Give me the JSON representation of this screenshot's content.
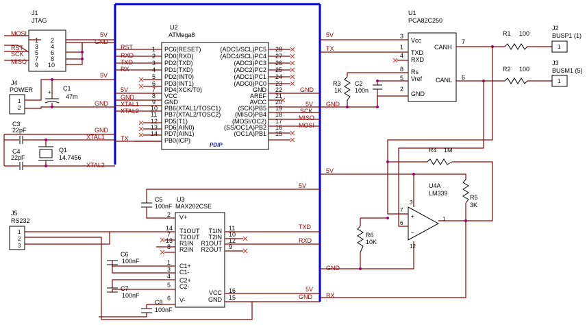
{
  "j1": {
    "ref": "J1",
    "name": "JTAG",
    "left_nets": [
      "MOSI",
      "RST",
      "SCK",
      "MISO"
    ],
    "pins_left": [
      "1",
      "3",
      "5",
      "7",
      "9"
    ],
    "pins_right": [
      "2",
      "4",
      "6",
      "8",
      "10"
    ],
    "right_nets": [
      "5V",
      "GND"
    ]
  },
  "u2": {
    "ref": "U2",
    "name": "ATMega8",
    "package": "PDIP",
    "left_nets": [
      "RST",
      "RXD",
      "TXD",
      "RX",
      "",
      "",
      "",
      "",
      "5V",
      "GND",
      "XTAL1",
      "XTAL2",
      "",
      "",
      "",
      "",
      "TX"
    ],
    "left_pins": [
      "1",
      "2",
      "3",
      "4",
      "5",
      "6",
      "7",
      "8",
      "9",
      "10",
      "11",
      "12",
      "13",
      "14"
    ],
    "left_funcs": [
      "PC6(RESET)",
      "PD0(RXD)",
      "PD2(TXD)",
      "PD1(TXD)",
      "PD2(INT0)",
      "PD3(INT1)",
      "PD4(XCK/T0)",
      "VCC",
      "GND",
      "PB6(XTAL1/TOSC1)",
      "PB7(XTAL2/TOSC2)",
      "PD5(T1)",
      "PD6(AIN0)",
      "PD7(AIN1)",
      "PB0(ICP)"
    ],
    "right_pins": [
      "28",
      "27",
      "26",
      "25",
      "24",
      "23",
      "22",
      "21",
      "20",
      "19",
      "18",
      "17",
      "16",
      "15"
    ],
    "right_funcs": [
      "(ADC5/SCL)PC5",
      "(ADC4/SCL)PC4",
      "(ADC3)PC3",
      "(ADC2)PC2",
      "(ADC1)PC1",
      "(ADC0)PC0",
      "GND",
      "AREF",
      "AVCC",
      "(SCK)PB5",
      "(MISO)PB4",
      "(MOSI/OC2)",
      "(SS/OC1A)PB2",
      "(OC1A)PB1"
    ],
    "right_nets": [
      "GND",
      "5V",
      "SCK",
      "MISO",
      "MOSI"
    ]
  },
  "j4": {
    "ref": "J4",
    "name": "POWER",
    "pins": [
      "1",
      "2"
    ]
  },
  "c1": {
    "ref": "C1",
    "value": "47m"
  },
  "c3": {
    "ref": "C3",
    "value": "22pF"
  },
  "c4": {
    "ref": "C4",
    "value": "22pF"
  },
  "q1": {
    "ref": "Q1",
    "value": "14.7456"
  },
  "nets_left_bus": {
    "v5a": "5V",
    "gnda": "GND",
    "v5b": "5V",
    "gndb": "GND",
    "gndc": "GND",
    "xtal1": "XTAL1",
    "xtal2": "XTAL2",
    "tx": "TX"
  },
  "u1": {
    "ref": "U1",
    "name": "PCA82C250",
    "pins": [
      "3",
      "1",
      "4",
      "8",
      "5",
      "2",
      "7",
      "6"
    ],
    "funcs": [
      "Vcc",
      "TXD",
      "RXD",
      "Rs",
      "Vref",
      "GND",
      "CANH",
      "CANL"
    ]
  },
  "can_nets": {
    "v5": "5V",
    "tx": "TX",
    "gnd": "GND"
  },
  "r3": {
    "ref": "R3",
    "value": "1K"
  },
  "c2": {
    "ref": "C2",
    "value": "100n"
  },
  "r1": {
    "ref": "R1",
    "value": "100"
  },
  "r2": {
    "ref": "R2",
    "value": "100"
  },
  "j2": {
    "ref": "J2",
    "name": "BUSP1 (1)",
    "pin": "1"
  },
  "j3": {
    "ref": "J3",
    "name": "BUSM1 (5)",
    "pin": "1"
  },
  "r4": {
    "ref": "R4",
    "value": "1M"
  },
  "r5": {
    "ref": "R5",
    "value": "3K"
  },
  "r6": {
    "ref": "R6",
    "value": "10K"
  },
  "u4": {
    "ref": "U4A",
    "name": "LM339",
    "pins": [
      "7",
      "6",
      "3",
      "12",
      "1"
    ]
  },
  "cmp_nets": {
    "v5": "5V",
    "gnd": "GND",
    "rx": "RX"
  },
  "u3": {
    "ref": "U3",
    "name": "MAX202CSE",
    "left_pins": [
      "14",
      "7",
      "13",
      "8",
      "1",
      "3",
      "4",
      "5",
      "6"
    ],
    "left_funcs": [
      "T1OUT",
      "T2OUT",
      "R1IN",
      "R2IN",
      "C1+",
      "C1-",
      "C2+",
      "C2-",
      "V-"
    ],
    "right_pins": [
      "11",
      "10",
      "12",
      "9",
      "16",
      "15"
    ],
    "right_funcs": [
      "T1IN",
      "T2IN",
      "R1OUT",
      "R2OUT",
      "VCC",
      "GND"
    ],
    "top_func": "V+",
    "top_pin": "2"
  },
  "c5": {
    "ref": "C5",
    "value": "100nF"
  },
  "c6": {
    "ref": "C6",
    "value": "100nF"
  },
  "c7": {
    "ref": "C7",
    "value": "100nF"
  },
  "c8": {
    "ref": "C8",
    "value": "100nF"
  },
  "j5": {
    "ref": "J5",
    "name": "RS232",
    "pins": [
      "1",
      "2",
      "3"
    ]
  },
  "rs_nets": {
    "v5": "5V",
    "txd": "TXD",
    "rxd": "RXD",
    "v5b": "5V",
    "gnd": "GND"
  }
}
